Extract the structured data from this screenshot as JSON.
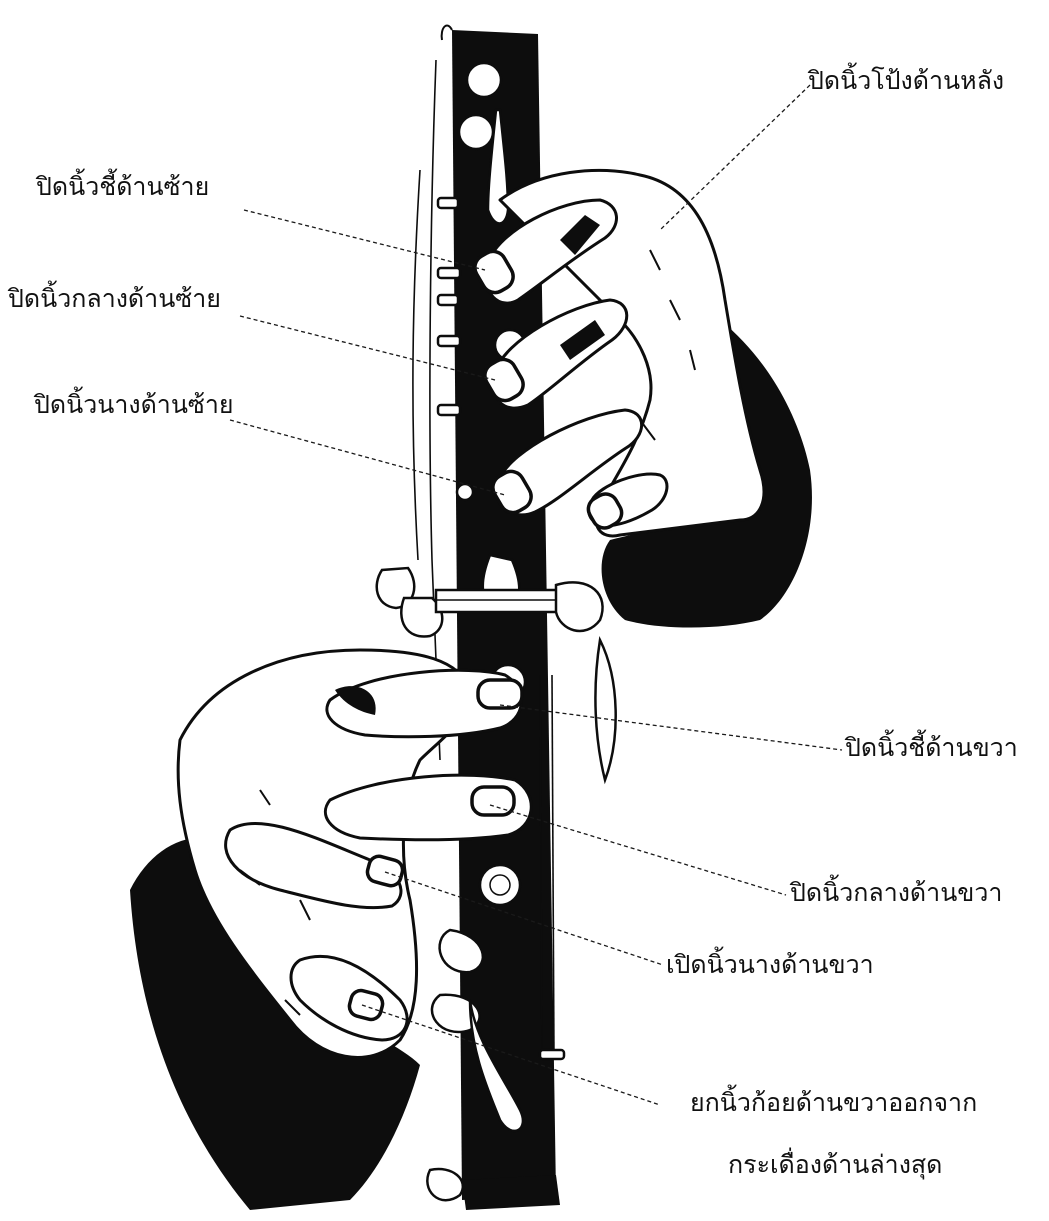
{
  "labels": {
    "left_thumb_back": "ปิดนิ้วโป้งด้านหลัง",
    "left_index": "ปิดนิ้วชี้ด้านซ้าย",
    "left_middle": "ปิดนิ้วกลางด้านซ้าย",
    "left_ring": "ปิดนิ้วนางด้านซ้าย",
    "right_index": "ปิดนิ้วชี้ด้านขวา",
    "right_middle": "ปิดนิ้วกลางด้านขวา",
    "right_ring": "เปิดนิ้วนางด้านขวา",
    "right_pinky_line1": "ยกนิ้วก้อยด้านขวาออกจาก",
    "right_pinky_line2": "กระเดื่องด้านล่างสุด"
  }
}
